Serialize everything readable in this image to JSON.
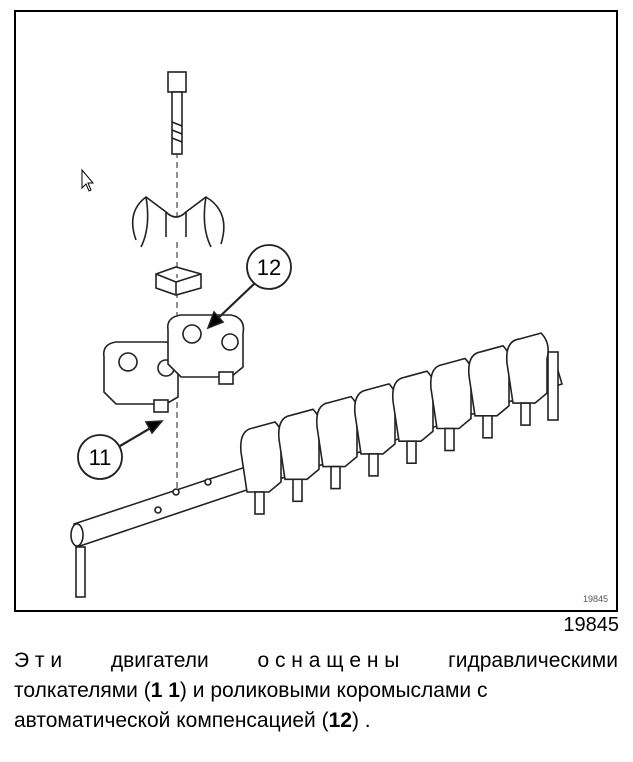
{
  "figure": {
    "number": "19845",
    "inner_label": "19845",
    "callouts": [
      {
        "label": "12"
      },
      {
        "label": "11"
      }
    ]
  },
  "text": {
    "line1": [
      "Э т и",
      "двигатели",
      "о с н а щ е н ы",
      "гидравлическими"
    ],
    "line2_a": "толкателями (",
    "line2_ref": "1 1",
    "line2_b": ") и роликовыми коромыслами с",
    "line3_a": "автоматической компенсацией (",
    "line3_ref": "12",
    "line3_b": ") ."
  }
}
